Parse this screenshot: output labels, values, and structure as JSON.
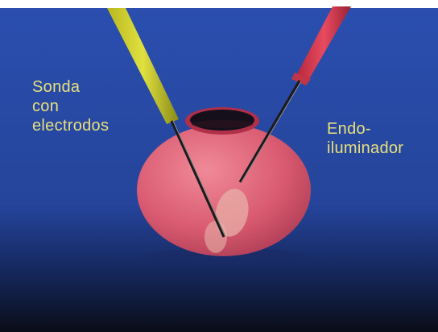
{
  "colors": {
    "background_top": "#2b4fb0",
    "background_bottom": "#0a0d18",
    "eye": "#d95a70",
    "eye_highlight": "#f08a98",
    "pupil": "#140f1a",
    "iris_ring": "#b0304a",
    "probe": "#e0e040",
    "light_pipe": "#e84a5f",
    "label_text": "#e8e07a",
    "target_spot": "#e8b0a8"
  },
  "labels": {
    "probe": [
      "Sonda",
      "con",
      "electrodos"
    ],
    "light": [
      "Endo-",
      "iluminador"
    ]
  },
  "icons": {
    "probe": "electrode-probe-icon",
    "light": "endoilluminator-icon",
    "eye": "eyeball-icon"
  }
}
